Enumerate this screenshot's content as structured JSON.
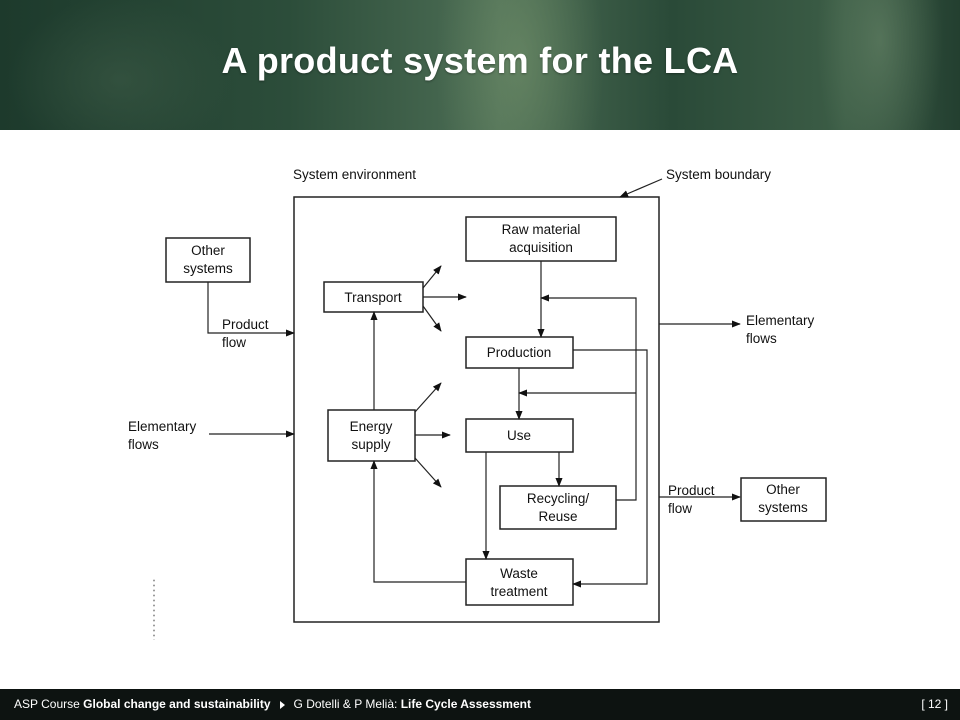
{
  "slide": {
    "title": "A product system for the LCA"
  },
  "diagram": {
    "labels": {
      "system_environment": "System environment",
      "system_boundary": "System boundary",
      "product_flow_in_1": "Product",
      "product_flow_in_2": "flow",
      "elementary_in_1": "Elementary",
      "elementary_in_2": "flows",
      "elementary_out_1": "Elementary",
      "elementary_out_2": "flows",
      "product_flow_out_1": "Product",
      "product_flow_out_2": "flow"
    },
    "boxes": {
      "other_systems_left_1": "Other",
      "other_systems_left_2": "systems",
      "raw_material_1": "Raw material",
      "raw_material_2": "acquisition",
      "transport": "Transport",
      "production": "Production",
      "energy_supply_1": "Energy",
      "energy_supply_2": "supply",
      "use": "Use",
      "recycling_1": "Recycling/",
      "recycling_2": "Reuse",
      "waste_treatment_1": "Waste",
      "waste_treatment_2": "treatment",
      "other_systems_right_1": "Other",
      "other_systems_right_2": "systems"
    }
  },
  "footer": {
    "course_prefix": "ASP Course ",
    "course_name": "Global change and sustainability",
    "authors_prefix": "G Dotelli & P Melià: ",
    "topic": "Life Cycle Assessment",
    "page": "[ 12 ]"
  }
}
